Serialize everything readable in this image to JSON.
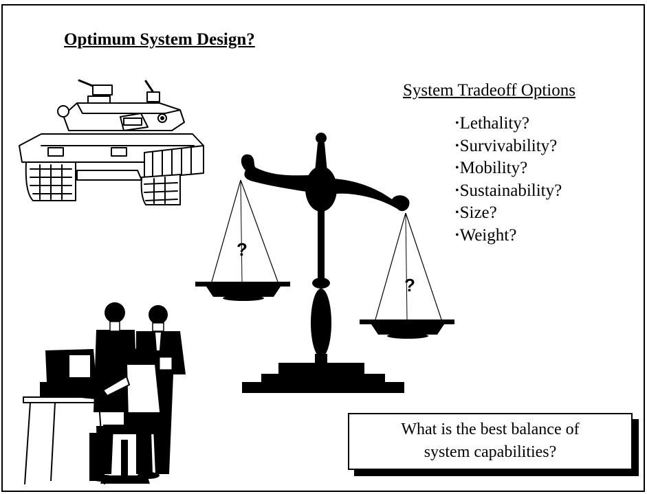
{
  "title": "Optimum System Design?",
  "options": {
    "heading": "System Tradeoff Options",
    "items": [
      "Lethality?",
      "Survivability?",
      "Mobility?",
      "Sustainability?",
      "Size?",
      "Weight?"
    ]
  },
  "scale": {
    "left_pan_mark": "?",
    "right_pan_mark": "?"
  },
  "callout": {
    "line1": "What is the best balance of",
    "line2": "system capabilities?"
  },
  "colors": {
    "ink": "#000000",
    "background": "#ffffff"
  }
}
